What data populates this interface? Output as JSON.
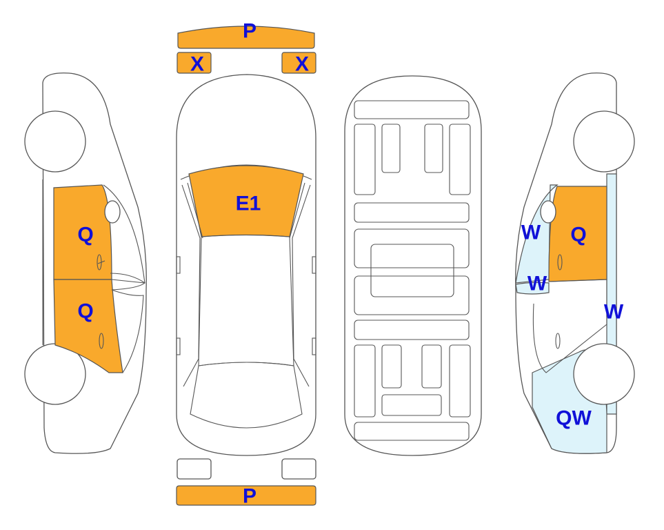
{
  "colors": {
    "damage": "#F9A92C",
    "glass_damage": "#DDF3FA",
    "label": "#1010D8",
    "outline": "#555555"
  },
  "labels": {
    "front_bumper": "P",
    "front_left_light": "X",
    "front_right_light": "X",
    "windshield": "E1",
    "rear_bumper": "P",
    "left_rear_door": "Q",
    "left_front_door": "Q",
    "right_rear_door": "Q",
    "right_rear_window": "W",
    "right_front_window": "W",
    "right_windshield_side": "W",
    "right_front_fender": "QW"
  }
}
